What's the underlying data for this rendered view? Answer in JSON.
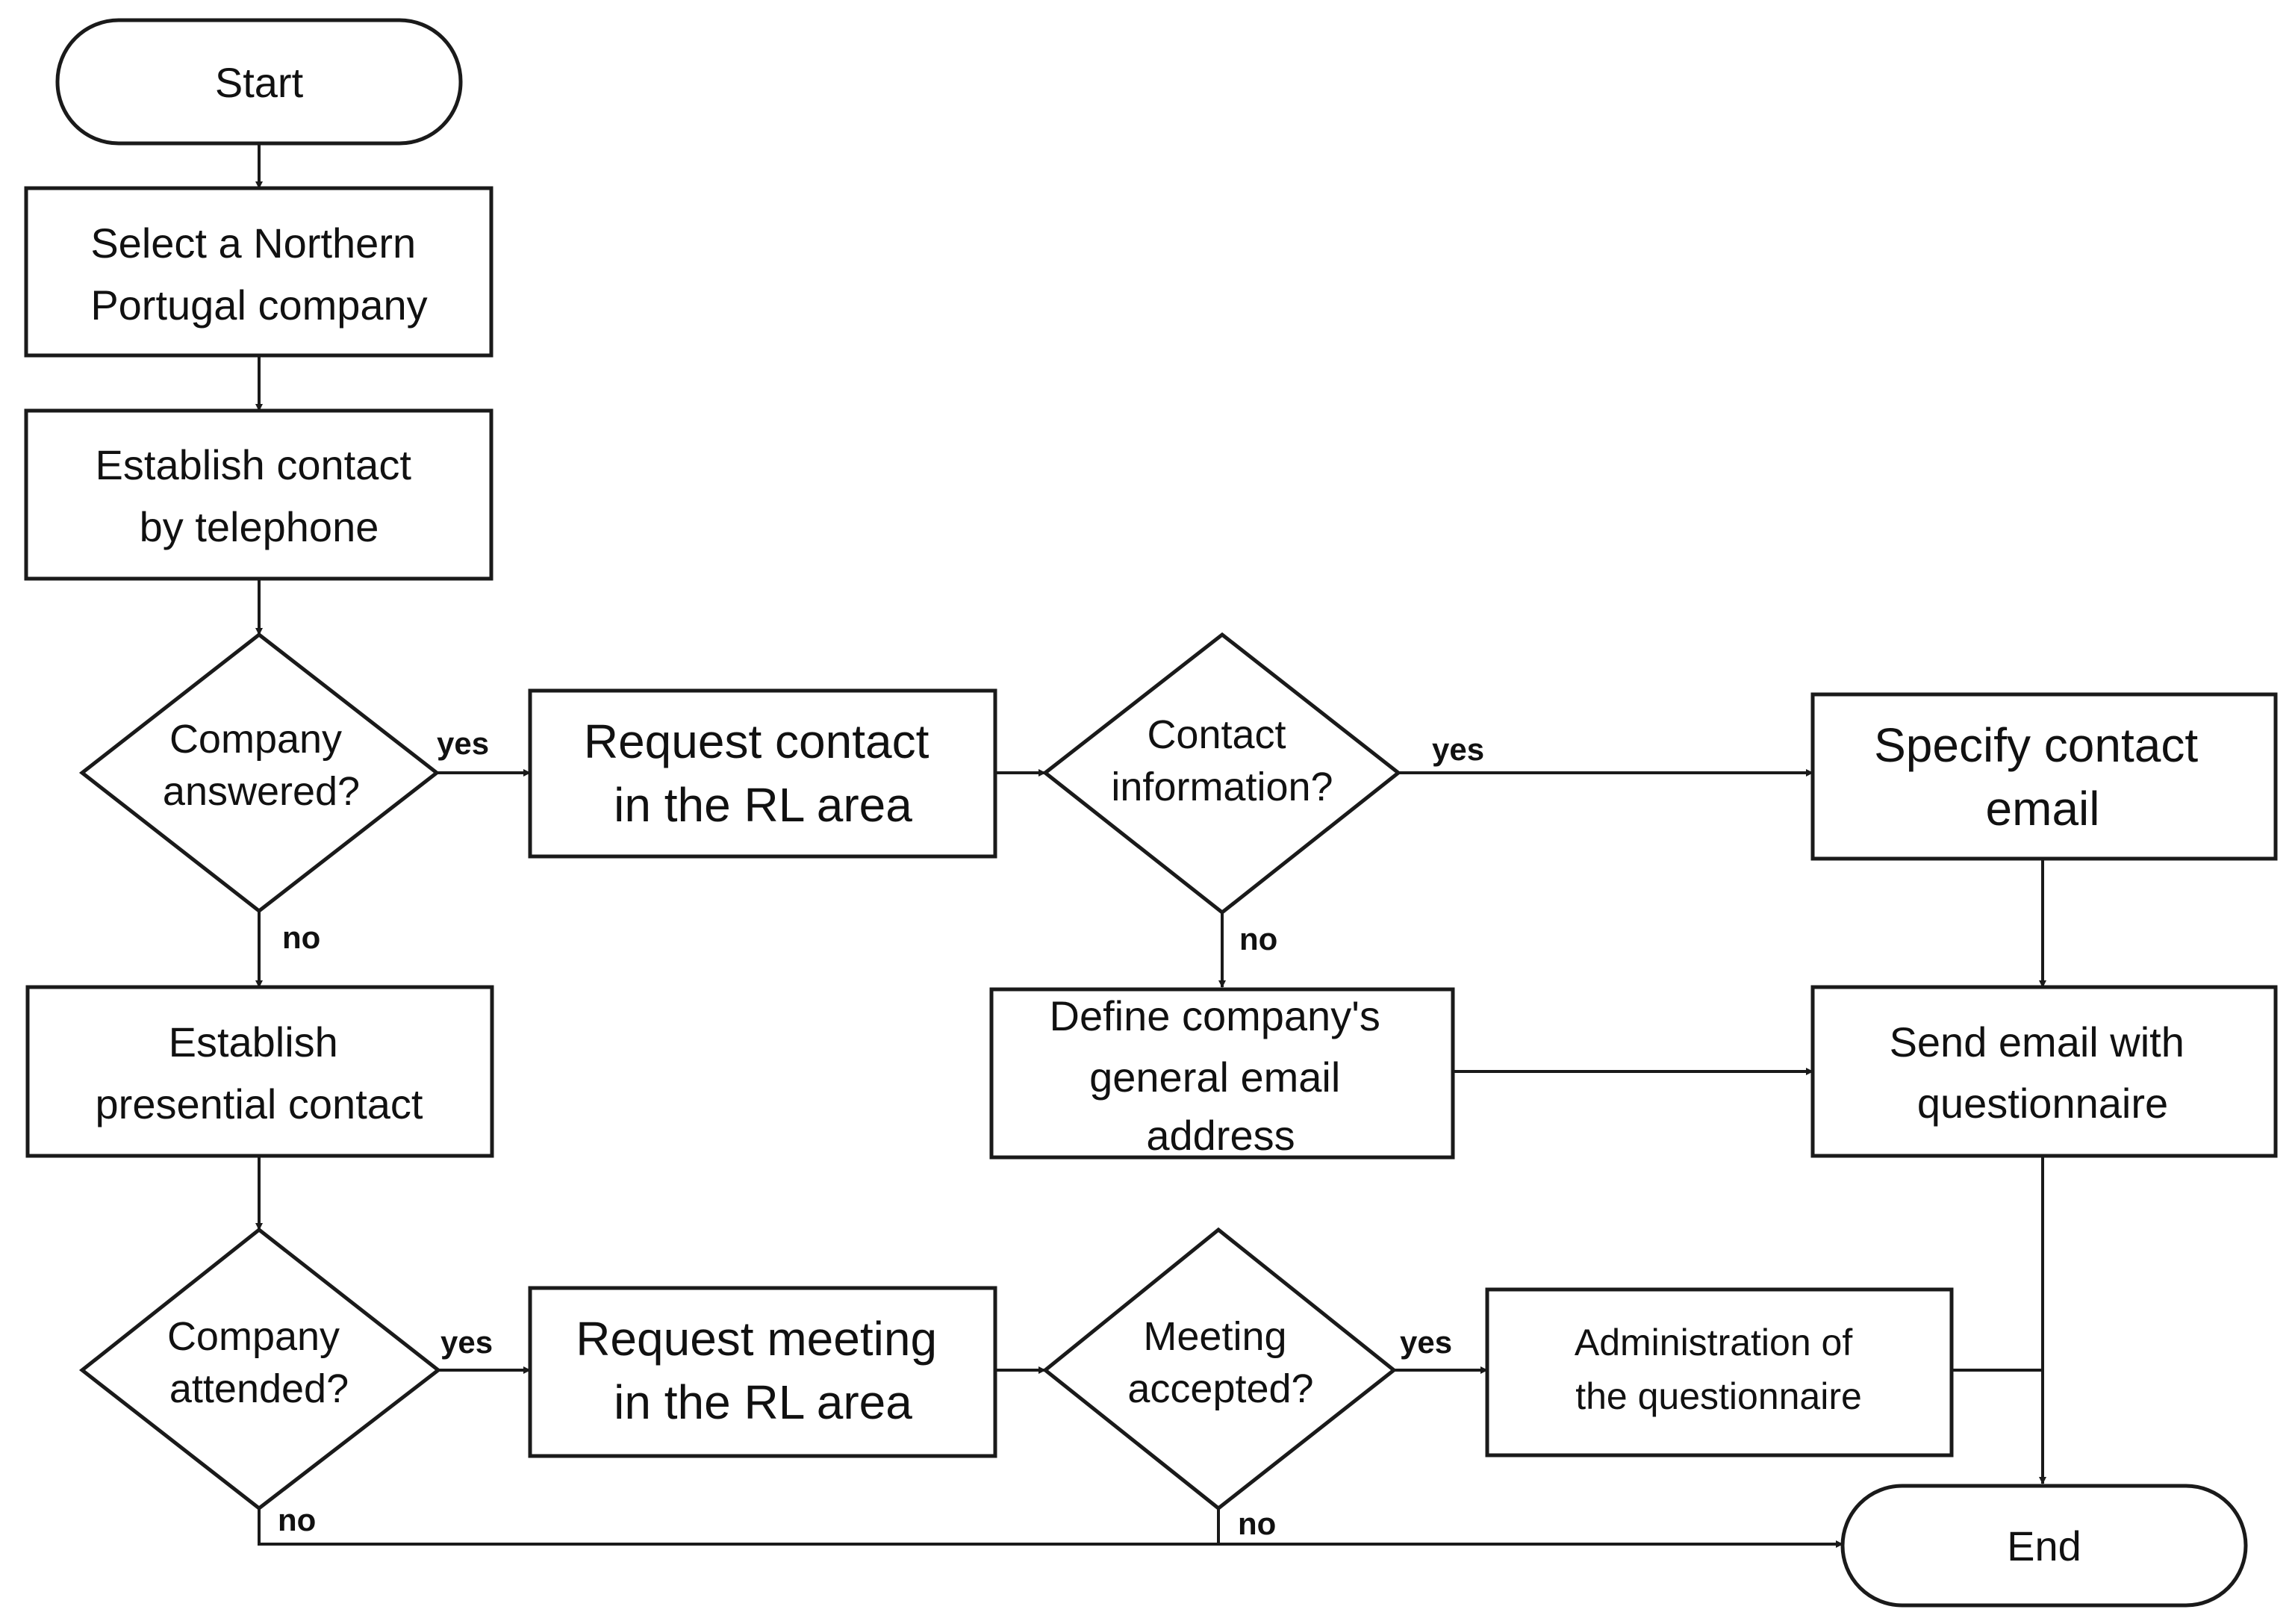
{
  "diagram": {
    "nodes": {
      "start": {
        "lines": [
          "Start"
        ]
      },
      "select_company": {
        "lines": [
          "Select a Northern",
          "Portugal company"
        ]
      },
      "establish_phone": {
        "lines": [
          "Establish contact",
          "by telephone"
        ]
      },
      "company_answered": {
        "lines": [
          "Company",
          "answered?"
        ]
      },
      "request_contact": {
        "lines": [
          "Request contact",
          "in the RL area"
        ]
      },
      "contact_information": {
        "lines": [
          "Contact",
          "information?"
        ]
      },
      "specify_email": {
        "lines": [
          "Specify contact",
          "email"
        ]
      },
      "define_general_email": {
        "lines": [
          "Define company's",
          "general email",
          "address"
        ]
      },
      "send_email": {
        "lines": [
          "Send email with",
          "questionnaire"
        ]
      },
      "establish_presential": {
        "lines": [
          "Establish",
          "presential contact"
        ]
      },
      "company_attended": {
        "lines": [
          "Company",
          "attended?"
        ]
      },
      "request_meeting": {
        "lines": [
          "Request meeting",
          "in the RL area"
        ]
      },
      "meeting_accepted": {
        "lines": [
          "Meeting",
          "accepted?"
        ]
      },
      "administration": {
        "lines": [
          "Administration of",
          "the questionnaire"
        ]
      },
      "end": {
        "lines": [
          "End"
        ]
      }
    },
    "edge_labels": {
      "answered_yes": "yes",
      "answered_no": "no",
      "contact_info_yes": "yes",
      "contact_info_no": "no",
      "attended_yes": "yes",
      "attended_no": "no",
      "meeting_yes": "yes",
      "meeting_no": "no"
    }
  }
}
